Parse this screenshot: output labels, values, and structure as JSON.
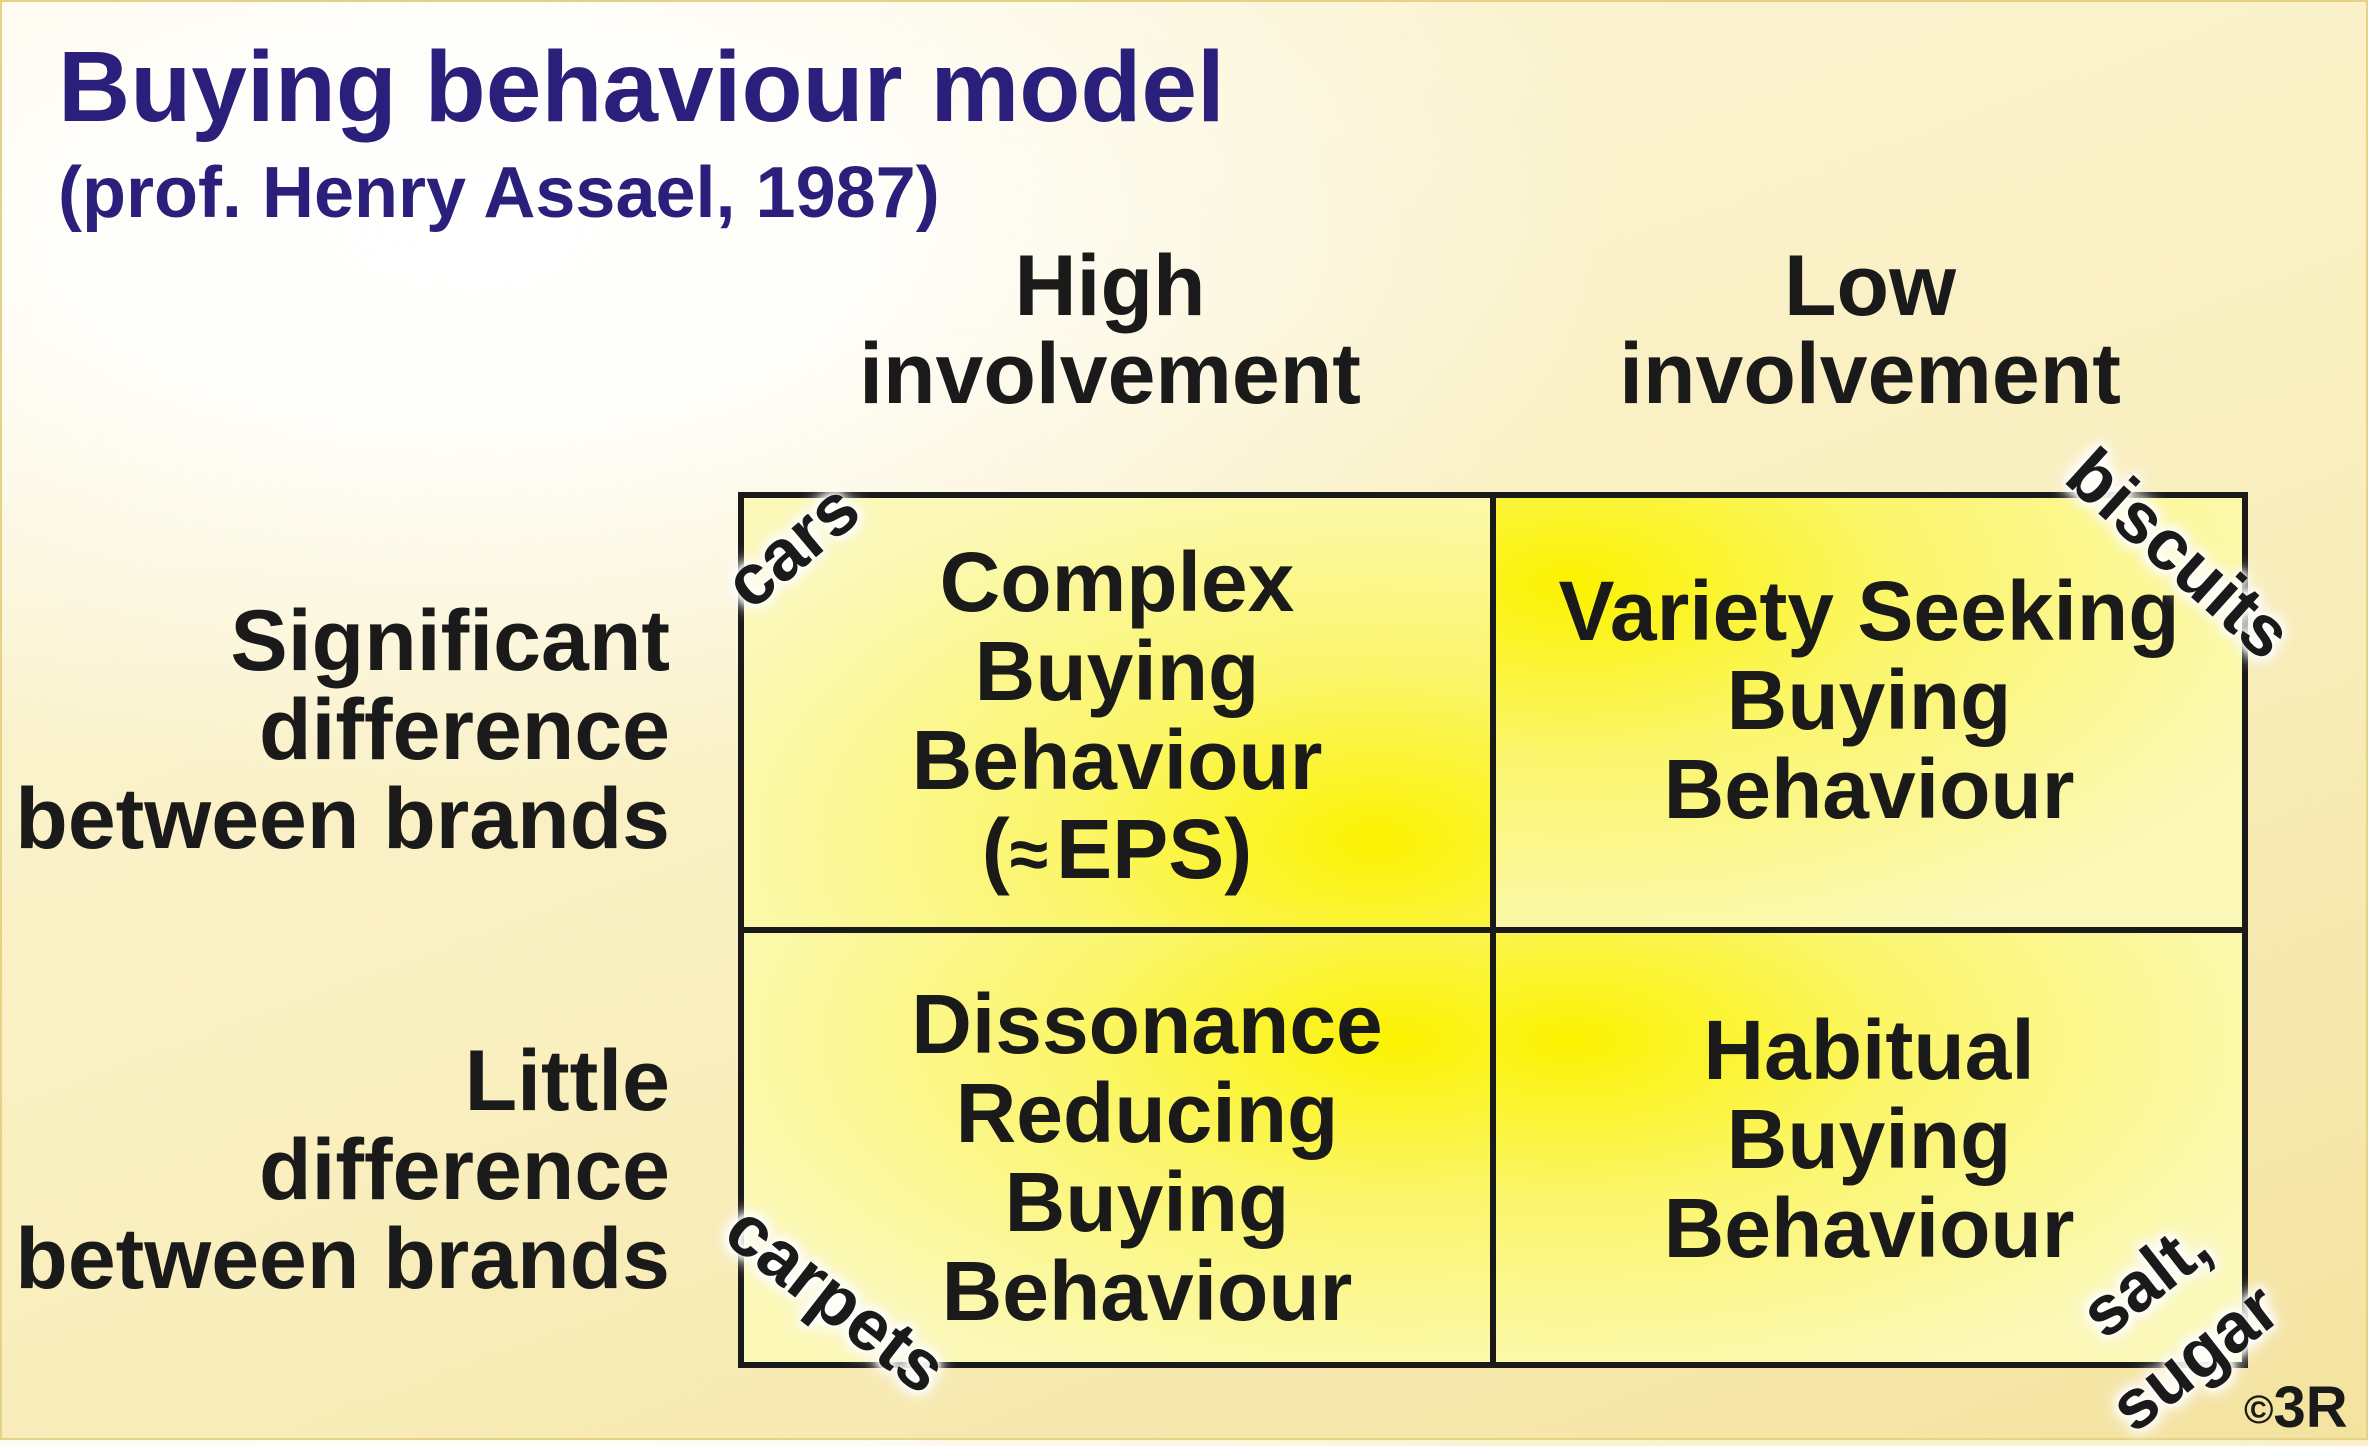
{
  "title": "Buying behaviour model",
  "subtitle": "(prof. Henry Assael, 1987)",
  "columns": {
    "high": [
      "High",
      "involvement"
    ],
    "low": [
      "Low",
      "involvement"
    ]
  },
  "rows": {
    "significant": [
      "Significant",
      "difference",
      "between brands"
    ],
    "little": [
      "Little",
      "difference",
      "between brands"
    ]
  },
  "cells": {
    "complex": [
      "Complex",
      "Buying",
      "Behaviour"
    ],
    "complex_note_open": "(",
    "complex_note_icon": "≈",
    "complex_note_text": "EPS)",
    "variety": [
      "Variety Seeking",
      "Buying",
      "Behaviour"
    ],
    "dissonance": [
      "Dissonance",
      "Reducing",
      "Buying",
      "Behaviour"
    ],
    "habitual": [
      "Habitual",
      "Buying",
      "Behaviour"
    ]
  },
  "examples": {
    "cars": "cars",
    "biscuits": "biscuits",
    "carpets": "carpets",
    "salt": "salt,",
    "sugar": "sugar"
  },
  "logo": {
    "copyright": "©",
    "mark": "3R"
  }
}
